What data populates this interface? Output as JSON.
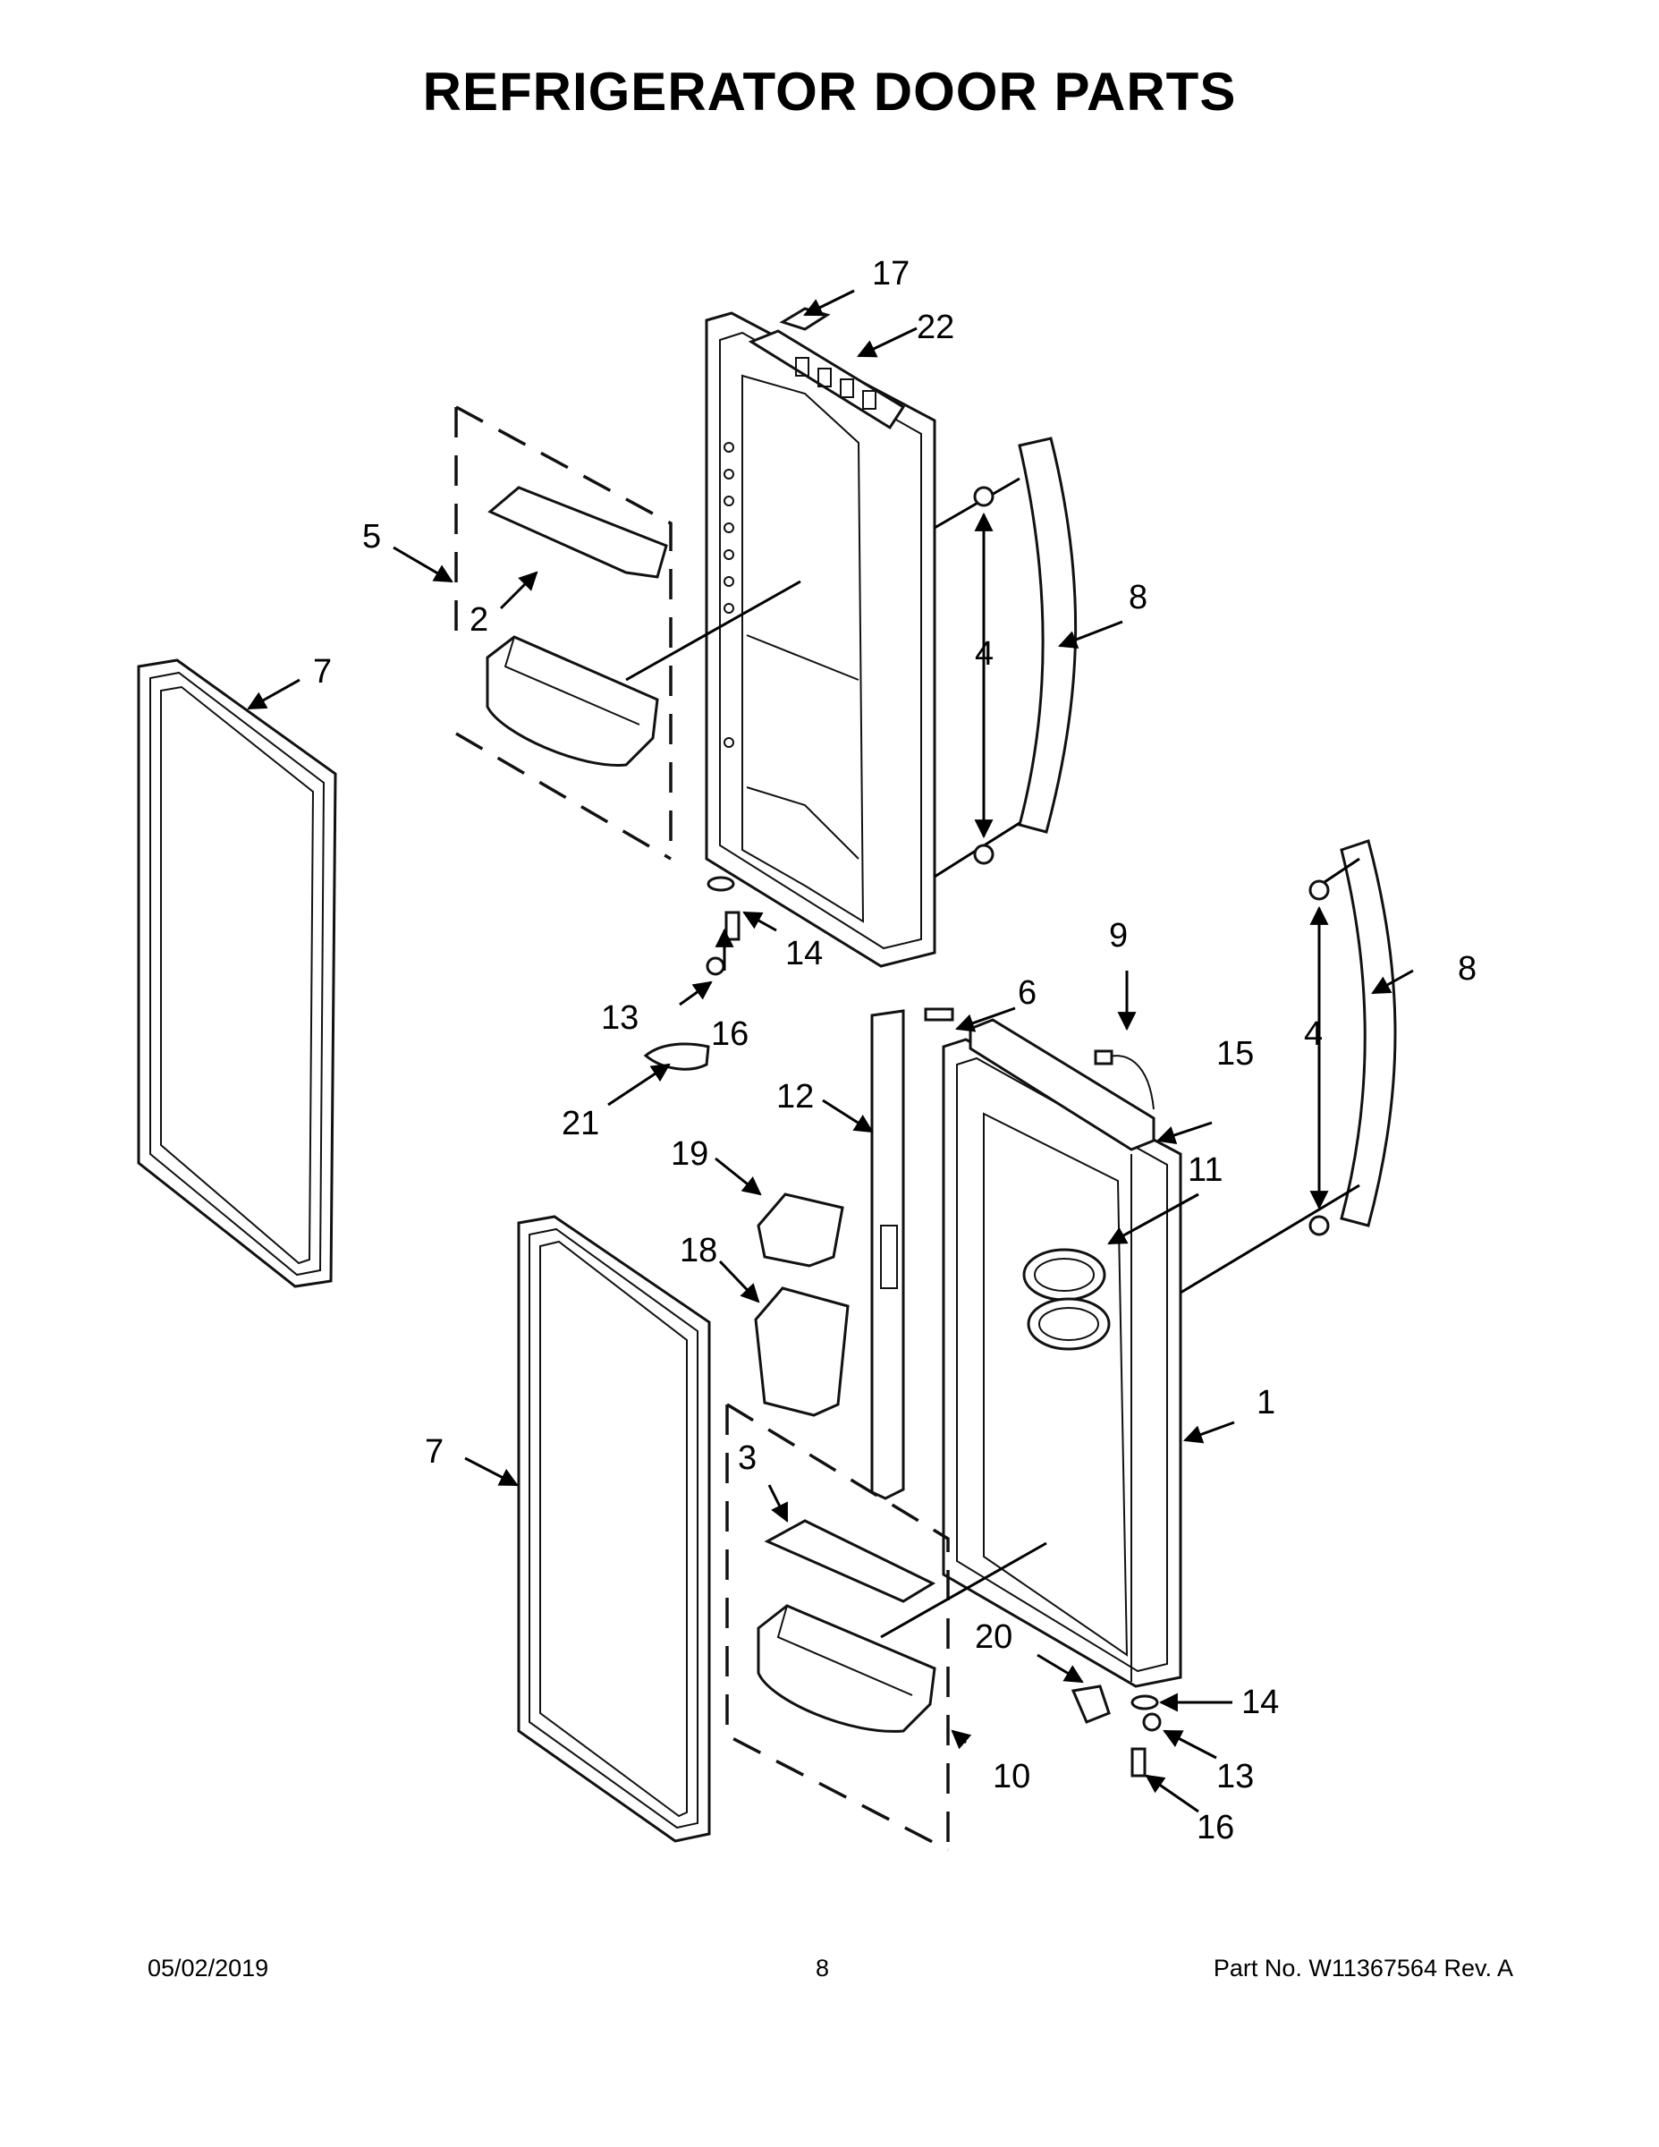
{
  "title": "REFRIGERATOR DOOR PARTS",
  "footer": {
    "date": "05/02/2019",
    "page": "8",
    "part_no": "Part No.  W11367564  Rev.  A"
  },
  "callouts": {
    "c1": "1",
    "c2": "2",
    "c3": "3",
    "c4a": "4",
    "c4b": "4",
    "c5": "5",
    "c6": "6",
    "c7a": "7",
    "c7b": "7",
    "c8a": "8",
    "c8b": "8",
    "c9": "9",
    "c10": "10",
    "c11": "11",
    "c12": "12",
    "c13a": "13",
    "c13b": "13",
    "c14a": "14",
    "c14b": "14",
    "c15": "15",
    "c16a": "16",
    "c16b": "16",
    "c17": "17",
    "c18": "18",
    "c19": "19",
    "c20": "20",
    "c21": "21",
    "c22": "22"
  }
}
